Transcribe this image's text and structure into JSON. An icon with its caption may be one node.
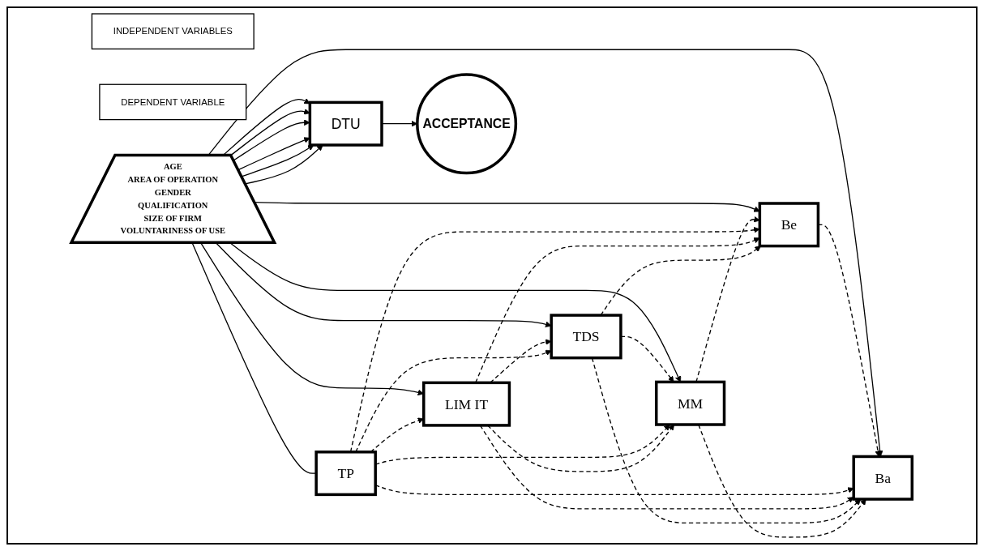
{
  "diagram": {
    "nodes": [
      {
        "text": [
          "INDEPENDENT VARIABLES"
        ]
      },
      {
        "text": [
          "DEPENDENT VARIABLE"
        ]
      },
      {
        "text": [
          "TP"
        ]
      },
      {
        "text": [
          "LIM IT"
        ]
      },
      {
        "text": [
          "TDS"
        ]
      },
      {
        "text": [
          "MM"
        ]
      },
      {
        "text": [
          "Be"
        ]
      },
      {
        "text": [
          "Ba"
        ]
      },
      {
        "text": [
          "AGE",
          "AREA OF OPERATION",
          "GENDER",
          "QUALIFICATION",
          "SIZE OF FIRM",
          "VOLUNTARINESS OF USE"
        ]
      },
      {
        "text": [
          "DTU"
        ]
      },
      {
        "text": [
          "ACCEPTANCE"
        ]
      }
    ],
    "edges": [
      {
        "from": 8,
        "to": 2,
        "arrow": "none"
      },
      {
        "from": 8,
        "to": 3,
        "arrow": "to"
      },
      {
        "from": 8,
        "to": 4,
        "arrow": "to"
      },
      {
        "from": 8,
        "to": 5,
        "arrow": "to"
      },
      {
        "from": 8,
        "to": 6,
        "arrow": "to"
      },
      {
        "from": 8,
        "to": 7,
        "arrow": "to"
      },
      {
        "from": 8,
        "to": 9,
        "arrow": "to"
      },
      {
        "from": 8,
        "to": 9,
        "arrow": "to"
      },
      {
        "from": 8,
        "to": 9,
        "arrow": "to"
      },
      {
        "from": 8,
        "to": 9,
        "arrow": "to"
      },
      {
        "from": 8,
        "to": 9,
        "arrow": "to"
      },
      {
        "from": 8,
        "to": 9,
        "arrow": "to"
      },
      {
        "from": 9,
        "to": 10,
        "arrow": "to"
      },
      {
        "from": 2,
        "to": 3,
        "arrow": "to",
        "style": "dashed"
      },
      {
        "from": 3,
        "to": 4,
        "arrow": "to",
        "style": "dashed"
      },
      {
        "from": 4,
        "to": 5,
        "arrow": "to",
        "style": "dashed"
      },
      {
        "from": 5,
        "to": 6,
        "arrow": "to",
        "style": "dashed"
      },
      {
        "from": 6,
        "to": 7,
        "arrow": "to",
        "style": "dashed"
      },
      {
        "from": 2,
        "to": 4,
        "arrow": "to",
        "style": "dashed"
      },
      {
        "from": 2,
        "to": 5,
        "arrow": "to",
        "style": "dashed"
      },
      {
        "from": 2,
        "to": 6,
        "arrow": "to",
        "style": "dashed"
      },
      {
        "from": 2,
        "to": 7,
        "arrow": "to",
        "style": "dashed"
      },
      {
        "from": 3,
        "to": 5,
        "arrow": "to",
        "style": "dashed"
      },
      {
        "from": 3,
        "to": 6,
        "arrow": "to",
        "style": "dashed"
      },
      {
        "from": 3,
        "to": 7,
        "arrow": "to",
        "style": "dashed"
      },
      {
        "from": 4,
        "to": 6,
        "arrow": "to",
        "style": "dashed"
      },
      {
        "from": 4,
        "to": 7,
        "arrow": "to",
        "style": "dashed"
      },
      {
        "from": 5,
        "to": 7,
        "arrow": "to",
        "style": "dashed"
      }
    ]
  }
}
